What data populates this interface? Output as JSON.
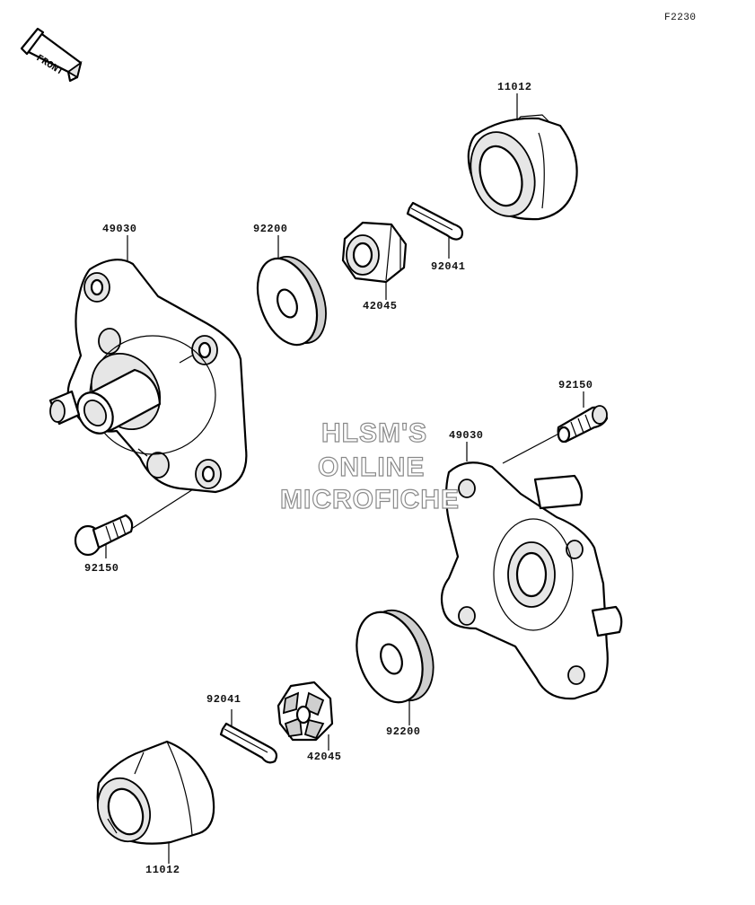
{
  "figure_code": "F2230",
  "front_label": "FRONT",
  "watermark": [
    "HLSM'S",
    "ONLINE",
    "MICROFICHE"
  ],
  "callouts": [
    {
      "id": "11012-top",
      "text": "11012"
    },
    {
      "id": "49030-left",
      "text": "49030"
    },
    {
      "id": "92200-top",
      "text": "92200"
    },
    {
      "id": "92041-top",
      "text": "92041"
    },
    {
      "id": "42045-top",
      "text": "42045"
    },
    {
      "id": "92150-right",
      "text": "92150"
    },
    {
      "id": "49030-right",
      "text": "49030"
    },
    {
      "id": "92150-left",
      "text": "92150"
    },
    {
      "id": "92041-bottom",
      "text": "92041"
    },
    {
      "id": "42045-bottom",
      "text": "42045"
    },
    {
      "id": "92200-bottom",
      "text": "92200"
    },
    {
      "id": "11012-bottom",
      "text": "11012"
    }
  ]
}
